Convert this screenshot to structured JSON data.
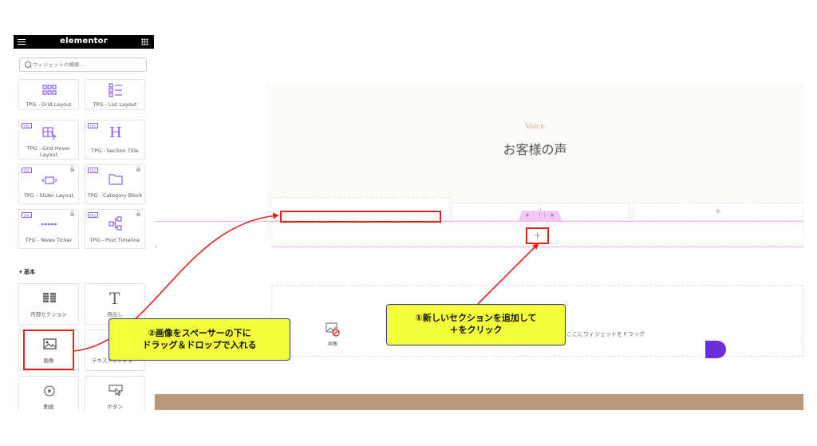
{
  "panel": {
    "logo": "elementor",
    "search_placeholder": "ウィジェットの検索...",
    "widgets_top": [
      {
        "label": "TPG - Grid Layout"
      },
      {
        "label": "TPG - List Layout"
      },
      {
        "label": "TPG - Grid Hover Layout",
        "badge": "TPG"
      },
      {
        "label": "TPG - Section Title",
        "badge": "TPG"
      },
      {
        "label": "TPG - Slider Layout",
        "badge": "TPG"
      },
      {
        "label": "TPG - Category Block",
        "badge": "TPG"
      },
      {
        "label": "TPG - News Ticker",
        "badge": "TPG"
      },
      {
        "label": "TPG - Post Timeline",
        "badge": "TPG"
      }
    ],
    "category_basic": "▾ 基本",
    "widgets_basic": [
      {
        "label": "内部セクション"
      },
      {
        "label": "見出し"
      },
      {
        "label": "画像"
      },
      {
        "label": "テキストエディター"
      },
      {
        "label": "動画"
      },
      {
        "label": "ボタン"
      }
    ]
  },
  "canvas": {
    "voice_en": "Voice",
    "voice_jp": "お客様の声",
    "drag_text": "ここにウィジェットをドラッグ",
    "image_widget_label": "画像",
    "plus_symbol": "+"
  },
  "annotations": {
    "callout1": "①新しいセクションを追加して\n＋をクリック",
    "callout2": "②画像をスペーサーの下に\nドラッグ＆ドロップで入れる"
  },
  "colors": {
    "annotation_yellow": "#f2ff3a",
    "annotation_red": "#e32222",
    "elementor_purple": "#8a5cf6",
    "footer_brown": "#b89a7a"
  }
}
